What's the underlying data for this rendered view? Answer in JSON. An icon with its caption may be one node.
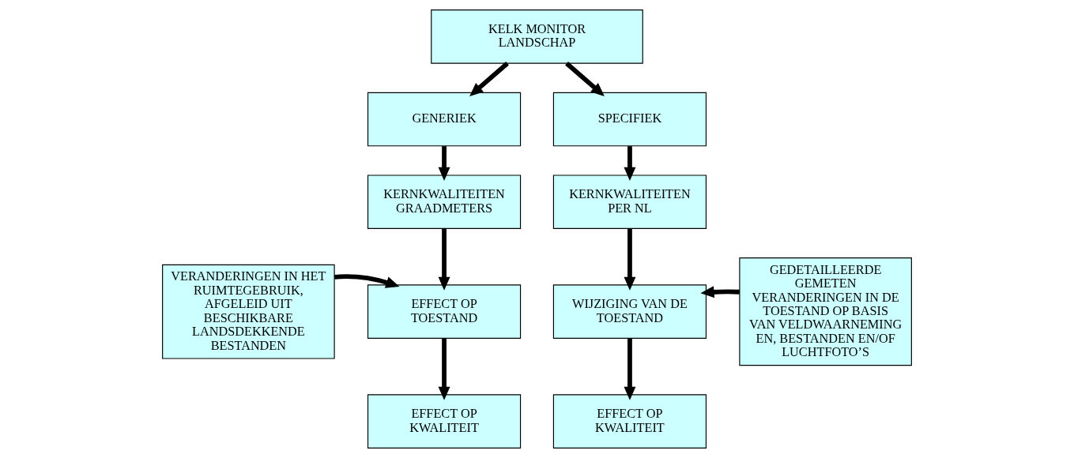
{
  "diagram": {
    "nodes": [
      {
        "text": [
          "KELK MONITOR LANDSCHAP"
        ]
      },
      {
        "text": [
          "GENERIEK"
        ]
      },
      {
        "text": [
          "SPECIFIEK"
        ]
      },
      {
        "text": [
          "VERANDERINGEN IN HET RUIMTEGEBRUIK, AFGELEID UIT BESCHIKBARE LANDSDEKKENDE BESTANDEN"
        ]
      },
      {
        "text": [
          "KERNKWALITEITEN GRAADMETERS"
        ]
      },
      {
        "text": [
          "KERNKWALITEITEN PER NL"
        ]
      },
      {
        "text": [
          "GEDETAILLEERDE GEMETEN VERANDERINGEN IN DE TOESTAND OP BASIS VAN VELDWAARNEMING EN, BESTANDEN EN/OF LUCHTFOTO’S"
        ]
      },
      {
        "text": [
          "EFFECT OP TOESTAND"
        ]
      },
      {
        "text": [
          "WIJZIGING VAN DE TOESTAND"
        ]
      },
      {
        "text": [
          "EFFECT OP KWALITEIT"
        ]
      },
      {
        "text": [
          "EFFECT OP KWALITEIT"
        ]
      }
    ],
    "edges": [
      {
        "from": 0,
        "to": 1,
        "arrow": "to"
      },
      {
        "from": 0,
        "to": 2,
        "arrow": "to"
      },
      {
        "from": 1,
        "to": 4,
        "arrow": "to"
      },
      {
        "from": 2,
        "to": 5,
        "arrow": "to"
      },
      {
        "from": 4,
        "to": 7,
        "arrow": "to"
      },
      {
        "from": 5,
        "to": 8,
        "arrow": "to"
      },
      {
        "from": 3,
        "to": 7,
        "arrow": "to"
      },
      {
        "from": 6,
        "to": 8,
        "arrow": "to"
      },
      {
        "from": 7,
        "to": 9,
        "arrow": "to"
      },
      {
        "from": 8,
        "to": 10,
        "arrow": "to"
      }
    ]
  }
}
